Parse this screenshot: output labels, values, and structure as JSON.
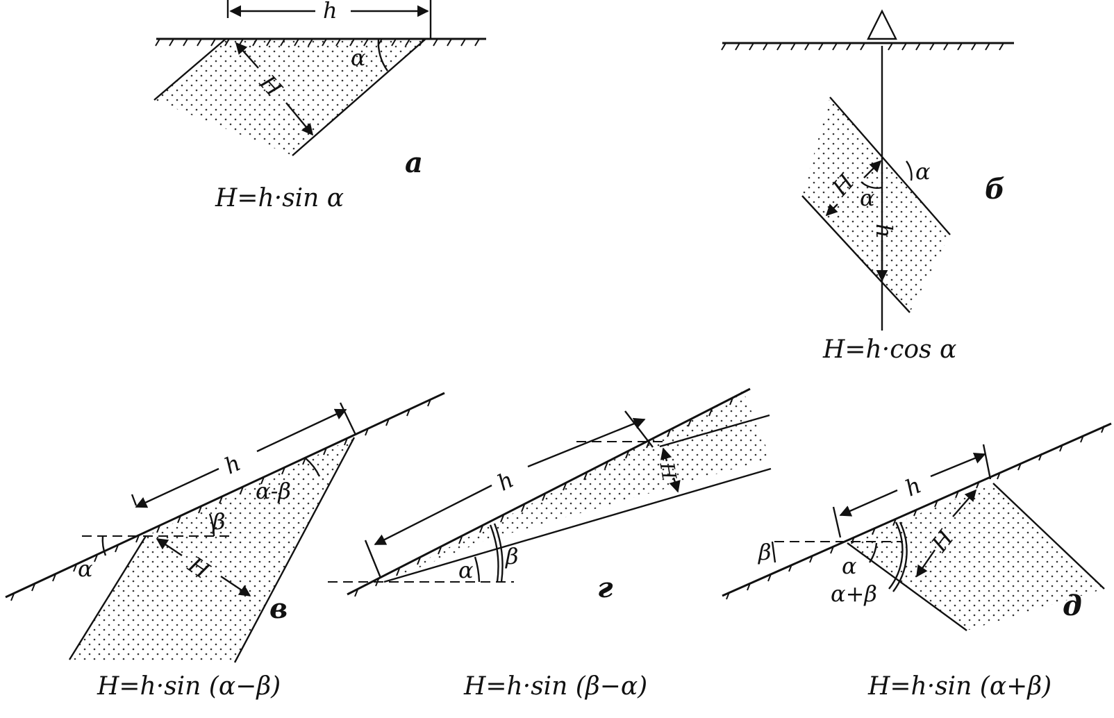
{
  "panels": [
    {
      "letter": "a",
      "formula": "H=h·sin α",
      "labels": {
        "h": "h",
        "H": "H",
        "alpha": "α"
      }
    },
    {
      "letter": "б",
      "formula": "H=h·cos α",
      "labels": {
        "h": "h",
        "H": "H",
        "alpha": "α"
      }
    },
    {
      "letter": "в",
      "formula": "H=h·sin (α−β)",
      "labels": {
        "h": "h",
        "H": "H",
        "alpha": "α",
        "beta": "β",
        "alpha_minus_beta": "α-β"
      }
    },
    {
      "letter": "г",
      "formula": "H=h·sin (β−α)",
      "labels": {
        "h": "h",
        "H": "H",
        "alpha": "α",
        "beta": "β"
      }
    },
    {
      "letter": "д",
      "formula": "H=h·sin (α+β)",
      "labels": {
        "h": "h",
        "H": "H",
        "alpha": "α",
        "beta": "β",
        "alpha_plus_beta": "α+β"
      }
    }
  ]
}
